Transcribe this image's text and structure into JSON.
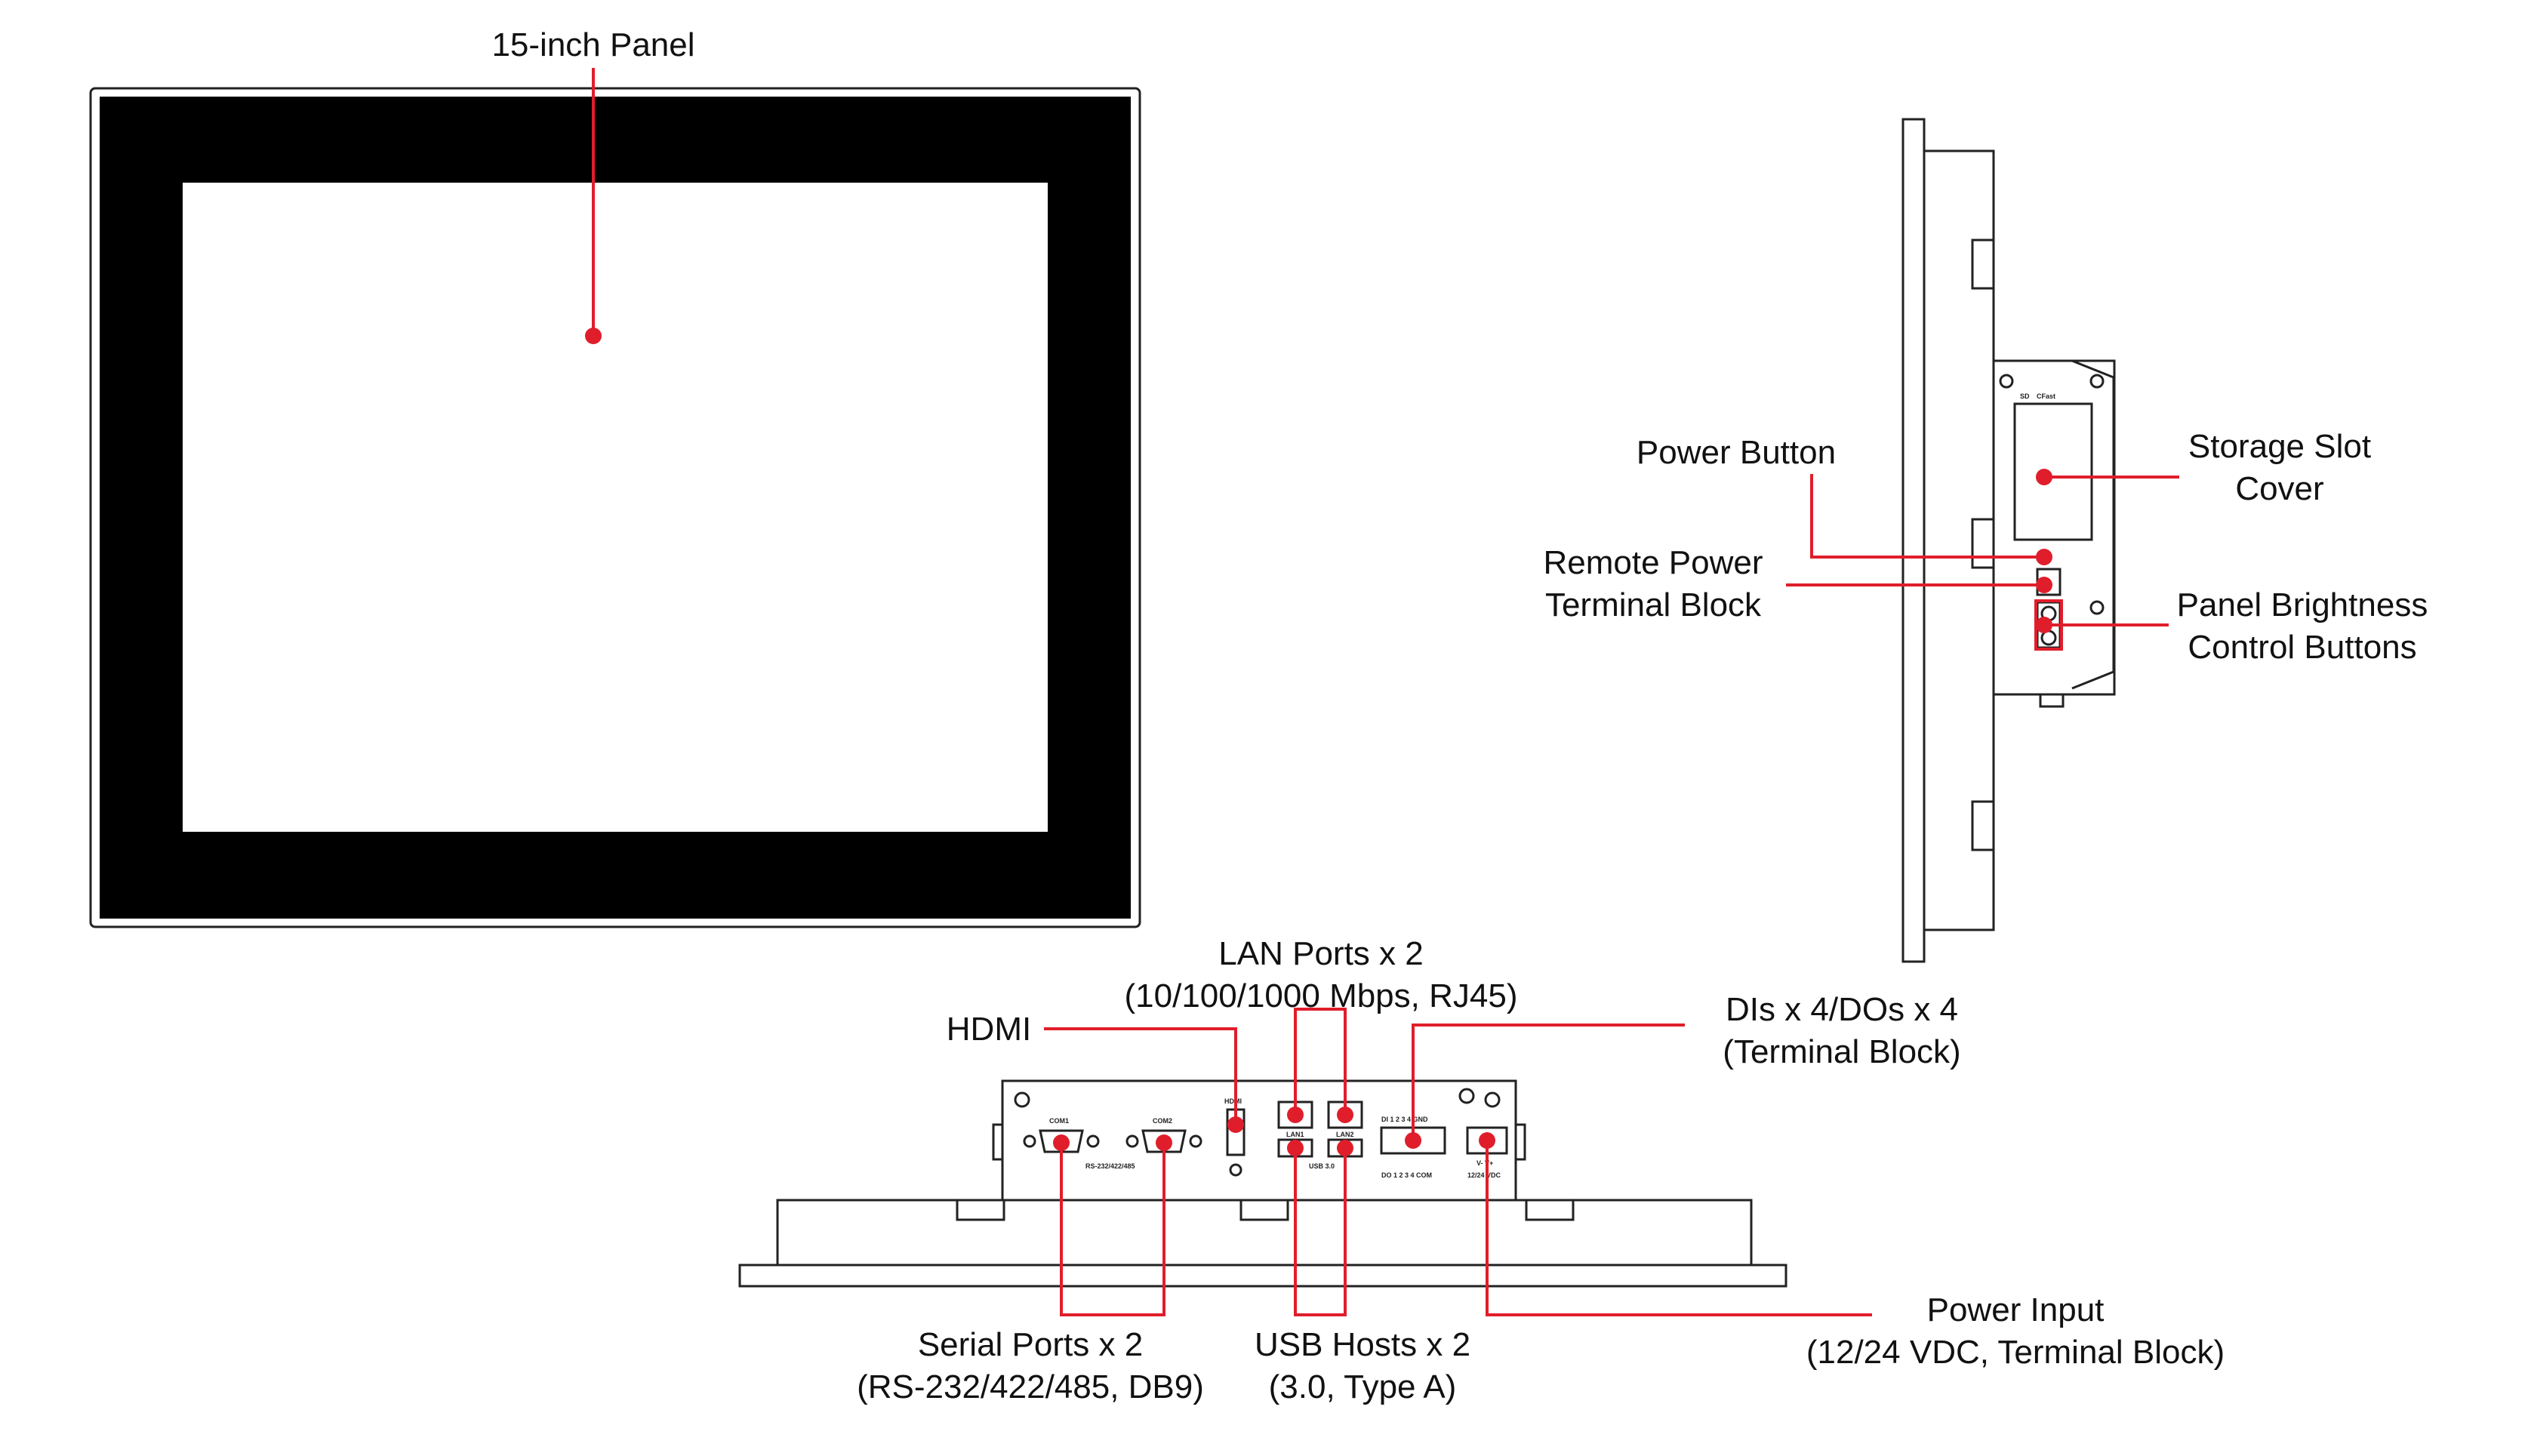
{
  "colors": {
    "callout": "#e01e2b",
    "outline": "#222222",
    "bezel": "#000000",
    "screen": "#ffffff"
  },
  "labels": {
    "panel": "15-inch Panel",
    "power_button": "Power Button",
    "storage_slot_1": "Storage Slot",
    "storage_slot_2": "Cover",
    "remote_power_1": "Remote Power",
    "remote_power_2": "Terminal Block",
    "brightness_1": "Panel Brightness",
    "brightness_2": "Control Buttons",
    "lan_1": "LAN Ports x 2",
    "lan_2": "(10/100/1000 Mbps, RJ45)",
    "hdmi": "HDMI",
    "dio_1": "DIs x 4/DOs x 4",
    "dio_2": "(Terminal Block)",
    "serial_1": "Serial Ports x 2",
    "serial_2": "(RS-232/422/485, DB9)",
    "usb_1": "USB Hosts x 2",
    "usb_2": "(3.0, Type A)",
    "power_input_1": "Power Input",
    "power_input_2": "(12/24 VDC, Terminal Block)"
  },
  "port_labels": {
    "com1": "COM1",
    "com2": "COM2",
    "rs": "RS-232/422/485",
    "hdmi": "HDMI",
    "lan1": "LAN1",
    "lan2": "LAN2",
    "usb": "USB 3.0",
    "di_row": "DI  1  2  3  4  GND",
    "do_row": "DO  1  2  3  4  COM",
    "pwr_v": "V-  V+",
    "pwr_vdc": "12/24 VDC",
    "sd": "SD",
    "cfast": "CFast"
  }
}
